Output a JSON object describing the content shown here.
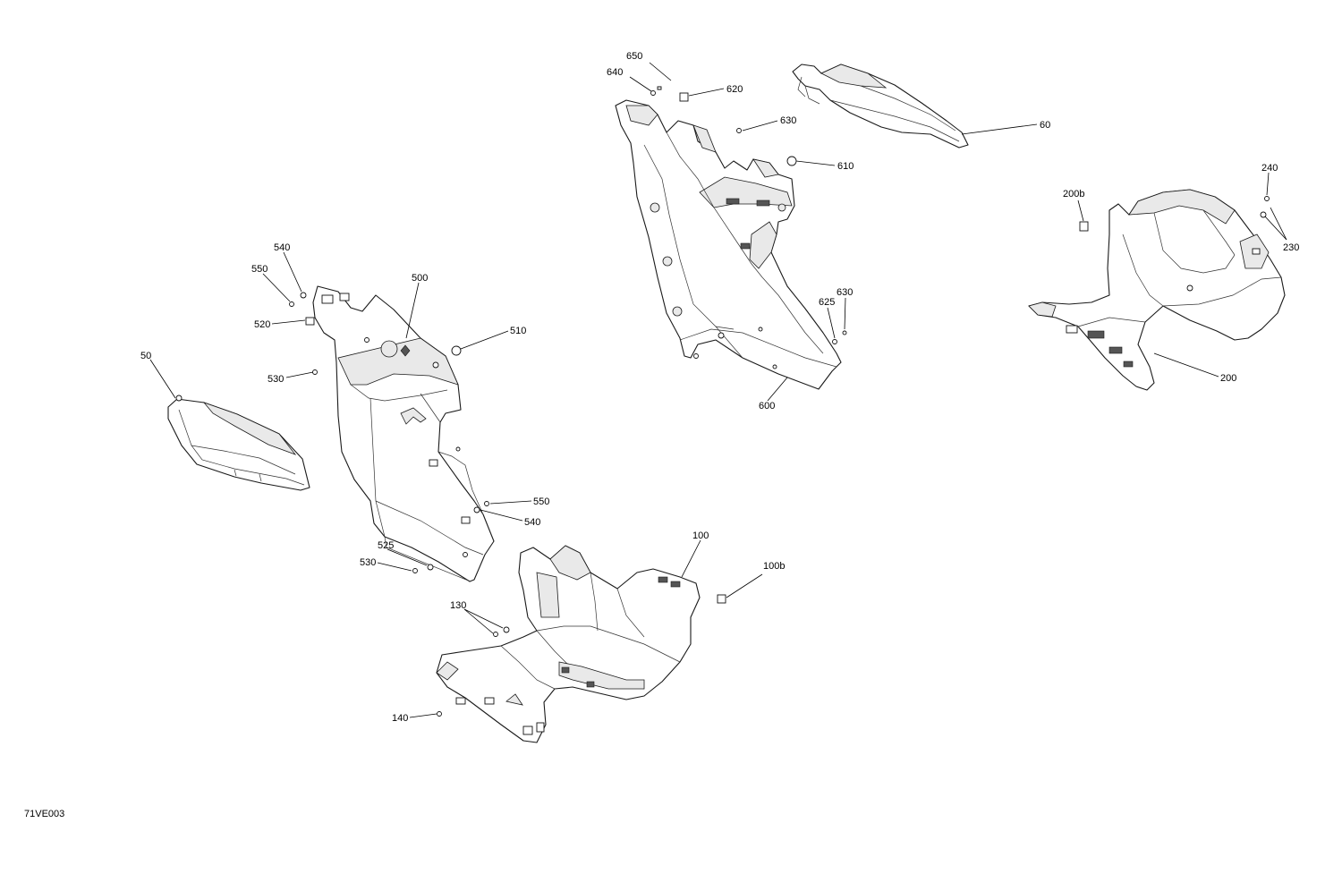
{
  "diagram": {
    "drawing_code": "71VE003",
    "callouts": [
      {
        "id": "c650",
        "label": "650"
      },
      {
        "id": "c640",
        "label": "640"
      },
      {
        "id": "c620",
        "label": "620"
      },
      {
        "id": "c630a",
        "label": "630"
      },
      {
        "id": "c610",
        "label": "610"
      },
      {
        "id": "c60",
        "label": "60"
      },
      {
        "id": "c240",
        "label": "240"
      },
      {
        "id": "c200b",
        "label": "200b"
      },
      {
        "id": "c230",
        "label": "230"
      },
      {
        "id": "c200",
        "label": "200"
      },
      {
        "id": "c630b",
        "label": "630"
      },
      {
        "id": "c625",
        "label": "625"
      },
      {
        "id": "c600",
        "label": "600"
      },
      {
        "id": "c540a",
        "label": "540"
      },
      {
        "id": "c550a",
        "label": "550"
      },
      {
        "id": "c500",
        "label": "500"
      },
      {
        "id": "c520",
        "label": "520"
      },
      {
        "id": "c510",
        "label": "510"
      },
      {
        "id": "c530a",
        "label": "530"
      },
      {
        "id": "c50",
        "label": "50"
      },
      {
        "id": "c550b",
        "label": "550"
      },
      {
        "id": "c540b",
        "label": "540"
      },
      {
        "id": "c525",
        "label": "525"
      },
      {
        "id": "c530b",
        "label": "530"
      },
      {
        "id": "c100",
        "label": "100"
      },
      {
        "id": "c100b",
        "label": "100b"
      },
      {
        "id": "c130",
        "label": "130"
      },
      {
        "id": "c140",
        "label": "140"
      }
    ]
  }
}
